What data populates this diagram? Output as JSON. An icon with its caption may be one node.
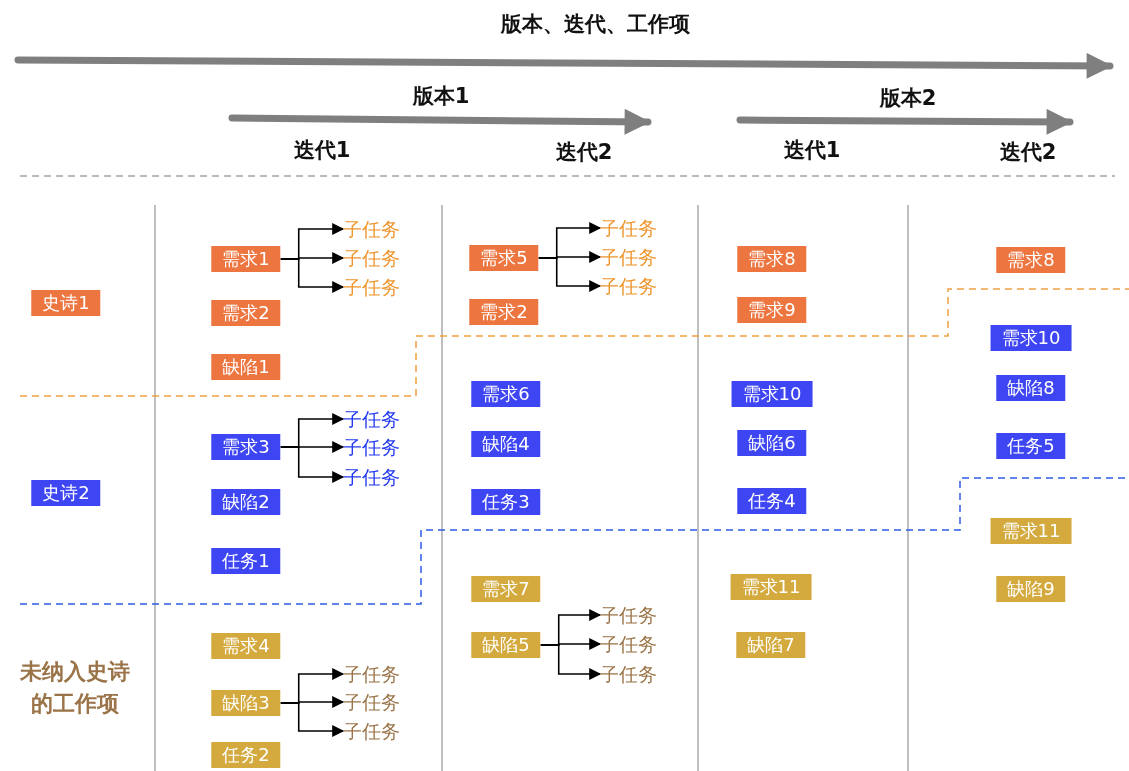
{
  "diagram": {
    "nodes": [
      {
        "text": [
          "史诗1"
        ]
      },
      {
        "text": [
          "需求1"
        ]
      },
      {
        "text": [
          "子任务"
        ]
      },
      {
        "text": [
          "子任务"
        ]
      },
      {
        "text": [
          "子任务"
        ]
      },
      {
        "text": [
          "需求2"
        ]
      },
      {
        "text": [
          "缺陷1"
        ]
      },
      {
        "text": [
          "需求5"
        ]
      },
      {
        "text": [
          "子任务"
        ]
      },
      {
        "text": [
          "子任务"
        ]
      },
      {
        "text": [
          "子任务"
        ]
      },
      {
        "text": [
          "需求2"
        ]
      },
      {
        "text": [
          "需求8"
        ]
      },
      {
        "text": [
          "需求9"
        ]
      },
      {
        "text": [
          "需求8"
        ]
      },
      {
        "text": [
          "史诗2"
        ]
      },
      {
        "text": [
          "需求3"
        ]
      },
      {
        "text": [
          "子任务"
        ]
      },
      {
        "text": [
          "子任务"
        ]
      },
      {
        "text": [
          "子任务"
        ]
      },
      {
        "text": [
          "缺陷2"
        ]
      },
      {
        "text": [
          "任务1"
        ]
      },
      {
        "text": [
          "需求6"
        ]
      },
      {
        "text": [
          "缺陷4"
        ]
      },
      {
        "text": [
          "任务3"
        ]
      },
      {
        "text": [
          "需求10"
        ]
      },
      {
        "text": [
          "缺陷6"
        ]
      },
      {
        "text": [
          "任务4"
        ]
      },
      {
        "text": [
          "需求10"
        ]
      },
      {
        "text": [
          "缺陷8"
        ]
      },
      {
        "text": [
          "任务5"
        ]
      },
      {
        "text": [
          "需求4"
        ]
      },
      {
        "text": [
          "缺陷3"
        ]
      },
      {
        "text": [
          "子任务"
        ]
      },
      {
        "text": [
          "子任务"
        ]
      },
      {
        "text": [
          "子任务"
        ]
      },
      {
        "text": [
          "任务2"
        ]
      },
      {
        "text": [
          "需求7"
        ]
      },
      {
        "text": [
          "缺陷5"
        ]
      },
      {
        "text": [
          "子任务"
        ]
      },
      {
        "text": [
          "子任务"
        ]
      },
      {
        "text": [
          "子任务"
        ]
      },
      {
        "text": [
          "需求11"
        ]
      },
      {
        "text": [
          "缺陷7"
        ]
      },
      {
        "text": [
          "需求11"
        ]
      },
      {
        "text": [
          "缺陷9"
        ]
      }
    ],
    "edges": [
      {
        "from": 1,
        "to": 2,
        "arrow": "to"
      },
      {
        "from": 1,
        "to": 3,
        "arrow": "to"
      },
      {
        "from": 1,
        "to": 4,
        "arrow": "to"
      },
      {
        "from": 7,
        "to": 8,
        "arrow": "to"
      },
      {
        "from": 7,
        "to": 9,
        "arrow": "to"
      },
      {
        "from": 7,
        "to": 10,
        "arrow": "to"
      },
      {
        "from": 16,
        "to": 17,
        "arrow": "to"
      },
      {
        "from": 16,
        "to": 18,
        "arrow": "to"
      },
      {
        "from": 16,
        "to": 19,
        "arrow": "to"
      },
      {
        "from": 32,
        "to": 33,
        "arrow": "to"
      },
      {
        "from": 32,
        "to": 34,
        "arrow": "to"
      },
      {
        "from": 32,
        "to": 35,
        "arrow": "to"
      },
      {
        "from": 38,
        "to": 39,
        "arrow": "to"
      },
      {
        "from": 38,
        "to": 40,
        "arrow": "to"
      },
      {
        "from": 38,
        "to": 41,
        "arrow": "to"
      }
    ],
    "labels": [
      "版本、迭代、工作项",
      "版本1",
      "迭代1",
      "迭代2",
      "版本2",
      "迭代1",
      "迭代2",
      "未纳入史诗的工作项"
    ]
  }
}
